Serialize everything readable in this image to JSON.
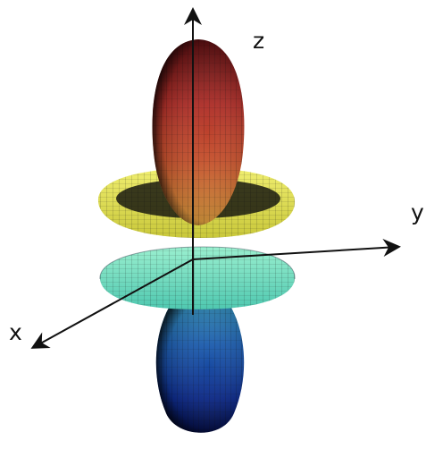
{
  "axes": {
    "z_label": "z",
    "y_label": "y",
    "x_label": "x"
  },
  "colors": {
    "upper_lobe_top": "#5a0f12",
    "upper_lobe_mid": "#c23a2a",
    "upper_lobe_low": "#d88a3a",
    "upper_ring": "#e5e25a",
    "lower_ring": "#74e2c2",
    "lower_lobe_top": "#2b7fb0",
    "lower_lobe_bottom": "#0a1a6a",
    "mesh_line": "#0a0a0a"
  }
}
